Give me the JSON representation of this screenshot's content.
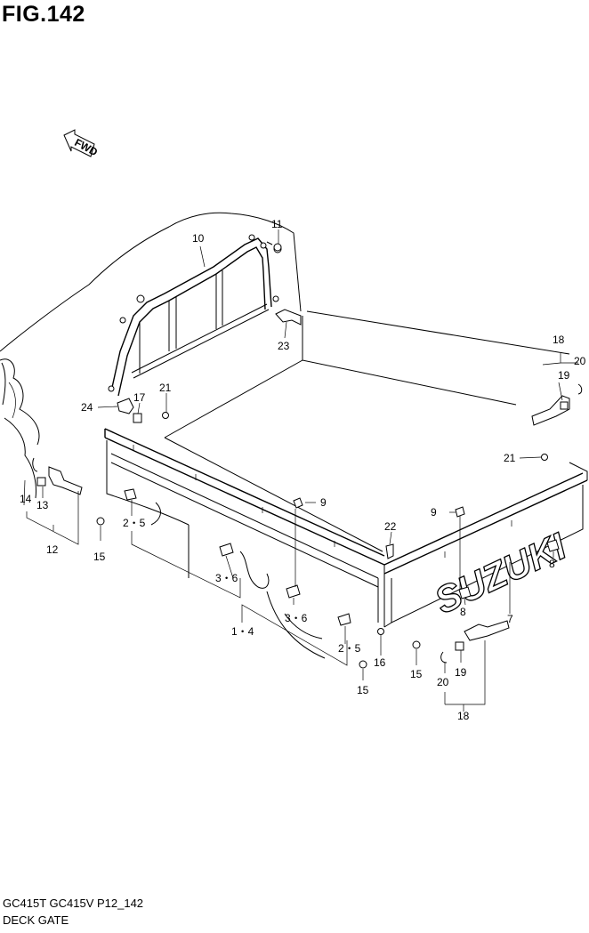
{
  "figure": {
    "title": "FIG.142",
    "fwd_label": "FWD",
    "brand_text": "SUZUKI"
  },
  "callouts": {
    "c1_4": "1・4",
    "c2_5a": "2・5",
    "c2_5b": "2・5",
    "c3_6a": "3・6",
    "c3_6b": "3・6",
    "c7": "7",
    "c8a": "8",
    "c8b": "8",
    "c9a": "9",
    "c9b": "9",
    "c10": "10",
    "c11": "11",
    "c12": "12",
    "c13": "13",
    "c14": "14",
    "c15a": "15",
    "c15b": "15",
    "c15c": "15",
    "c16": "16",
    "c17": "17",
    "c18a": "18",
    "c18b": "18",
    "c19a": "19",
    "c19b": "19",
    "c20a": "20",
    "c20b": "20",
    "c21a": "21",
    "c21b": "21",
    "c22": "22",
    "c23": "23",
    "c24": "24"
  },
  "footer": {
    "model": "GC415T GC415V P12_142",
    "name": "DECK GATE"
  }
}
